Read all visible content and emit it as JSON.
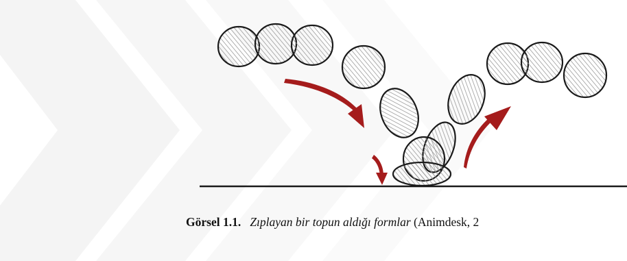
{
  "figure": {
    "label": "Görsel 1.1.",
    "title": "Zıplayan bir topun aldığı formlar",
    "source": "(Animdesk, 2",
    "colors": {
      "arrow": "#a51c1c",
      "stroke": "#1a1a1a",
      "watermark": "#f3f3f3"
    },
    "icons": {
      "ball": "sketched-ball-icon",
      "arrow": "curved-arrow-icon"
    }
  }
}
